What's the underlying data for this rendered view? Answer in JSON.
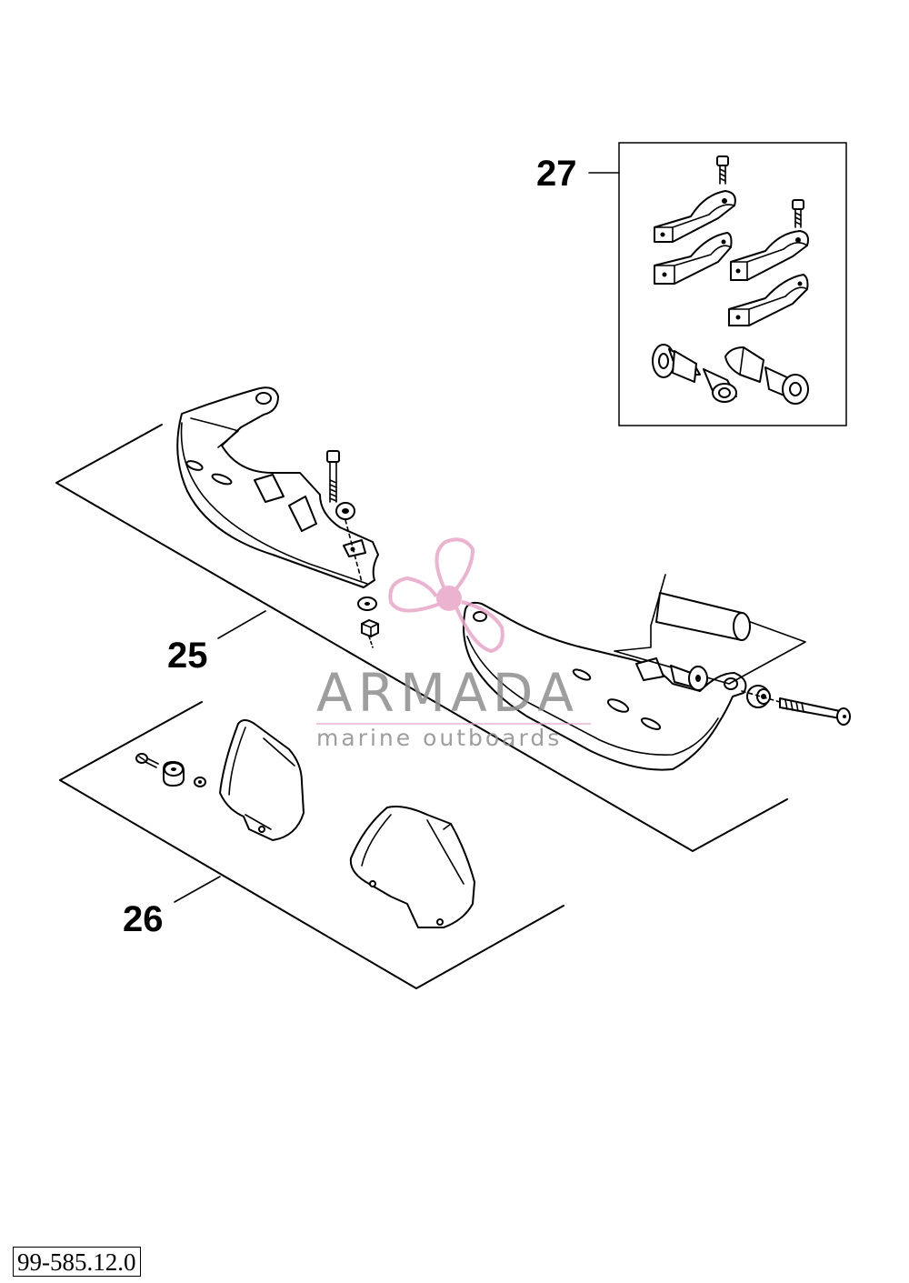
{
  "callouts": {
    "c25": "25",
    "c26": "26",
    "c27": "27"
  },
  "watermark": {
    "title": "ARMADA",
    "subtitle": "marine outboards",
    "logo_icon": "propeller-logo-icon",
    "logo_color": "#e8a6c8",
    "text_color": "#8e8e8e"
  },
  "drawing_id": "99-585.12.0"
}
